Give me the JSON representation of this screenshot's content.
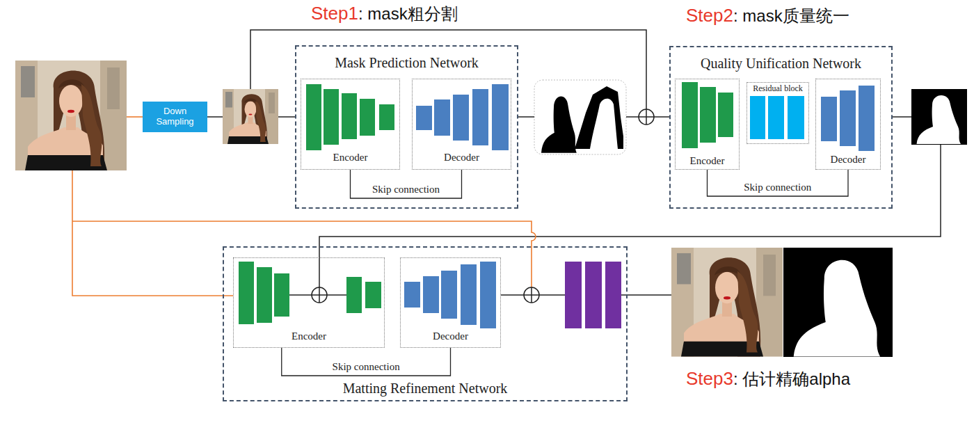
{
  "diagram": {
    "nodes": [
      {
        "text": [
          "Down Sampling"
        ]
      },
      {
        "text": [
          "Mask Prediction Network"
        ]
      },
      {
        "text": [
          "Encoder"
        ],
        "in": 1
      },
      {
        "text": [
          "Decoder"
        ],
        "in": 1
      },
      {
        "text": [
          "Quality Unification Network"
        ]
      },
      {
        "text": [
          "Encoder"
        ],
        "in": 4
      },
      {
        "text": [
          "Residual block"
        ],
        "in": 4
      },
      {
        "text": [
          "Decoder"
        ],
        "in": 4
      },
      {
        "text": [
          "Matting Refinement Network"
        ]
      },
      {
        "text": [
          "Encoder"
        ],
        "in": 8
      },
      {
        "text": [
          "Decoder"
        ],
        "in": 8
      }
    ],
    "edges": [
      {
        "from": 2,
        "to": 3,
        "label": "Skip connection",
        "arrow": "none"
      },
      {
        "from": 5,
        "to": 7,
        "label": "Skip connection",
        "arrow": "none"
      },
      {
        "from": 9,
        "to": 10,
        "label": "Skip connection",
        "arrow": "none"
      }
    ],
    "labels": [
      "Step1",
      ": mask粗分割",
      "Step2",
      ": mask质量统一",
      "Step3",
      ": 估计精确alpha"
    ]
  }
}
